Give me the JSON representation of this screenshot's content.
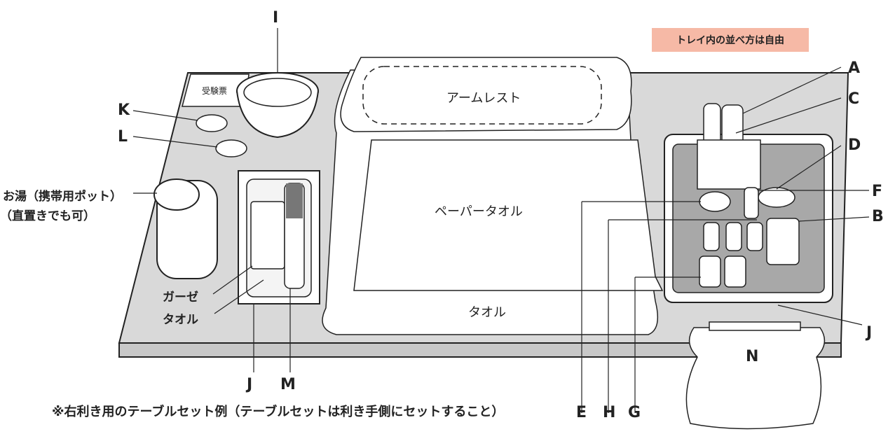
{
  "labels": {
    "A": "A",
    "B": "B",
    "C": "C",
    "D": "D",
    "E": "E",
    "F": "F",
    "G": "G",
    "H": "H",
    "I": "I",
    "J": "J",
    "K": "K",
    "L": "L",
    "M": "M",
    "N": "N"
  },
  "items": {
    "exam_ticket": "受験票",
    "arm_rest": "アームレスト",
    "paper_towel": "ペーパータオル",
    "towel": "タオル",
    "gauze": "ガーゼ",
    "towel_small": "タオル",
    "hot_water_line1": "お湯（携帯用ポット）",
    "hot_water_line2": "（直置きでも可）"
  },
  "note": "トレイ内の並べ方は自由",
  "caption": "※右利き用のテーブルセット例（テーブルセットは利き手側にセットすること）"
}
